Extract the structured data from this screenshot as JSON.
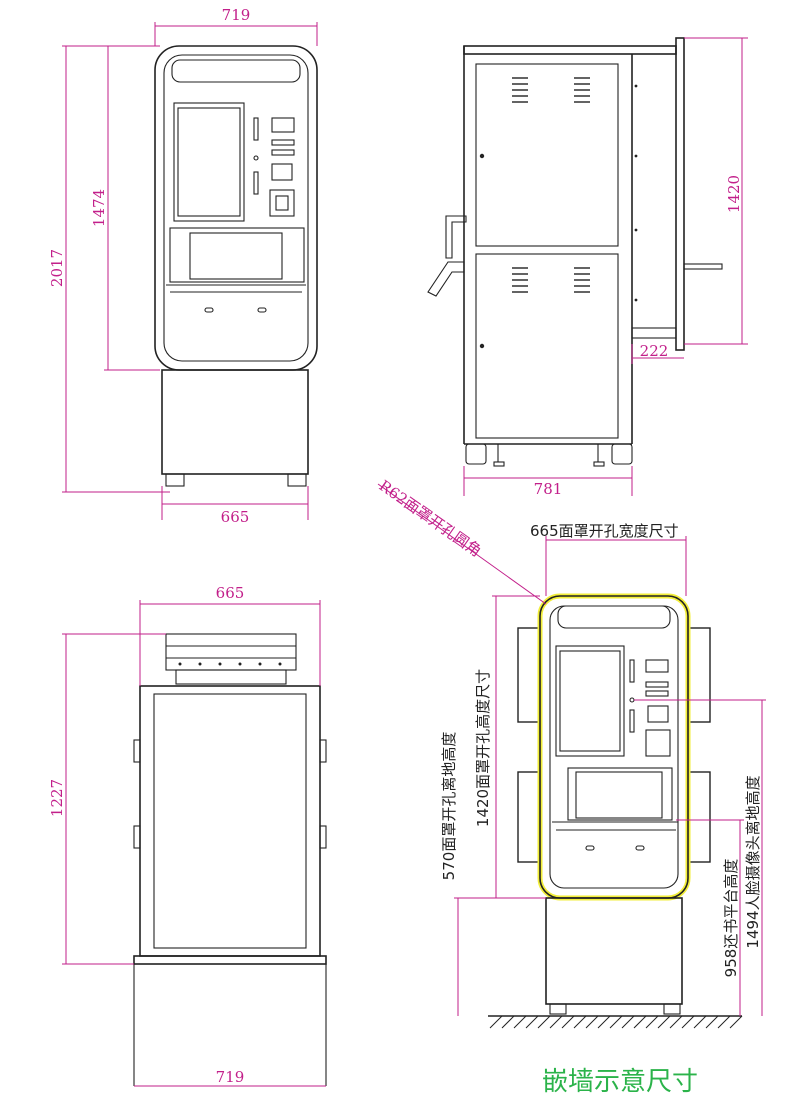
{
  "colors": {
    "dimension": "#c21f8a",
    "outline": "#222222",
    "highlight": "#f2ee3a",
    "title": "#2bb34a"
  },
  "front_view": {
    "top_width": "719",
    "height_total": "2017",
    "height_panel": "1474",
    "base_width": "665"
  },
  "side_view": {
    "depth": "781",
    "height_panel": "1420",
    "offset": "222"
  },
  "rear_view": {
    "top_width": "665",
    "height": "1227",
    "base_width": "719"
  },
  "wall_view": {
    "corner_radius_label": "R62面罩开孔圆角",
    "opening_width_label": "665面罩开孔宽度尺寸",
    "opening_height_label": "1420面罩开孔高度尺寸",
    "opening_ground_label": "570面罩开孔离地高度",
    "platform_height_label": "958还书平台高度",
    "camera_height_label": "1494人脸摄像头离地高度",
    "title": "嵌墙示意尺寸"
  }
}
